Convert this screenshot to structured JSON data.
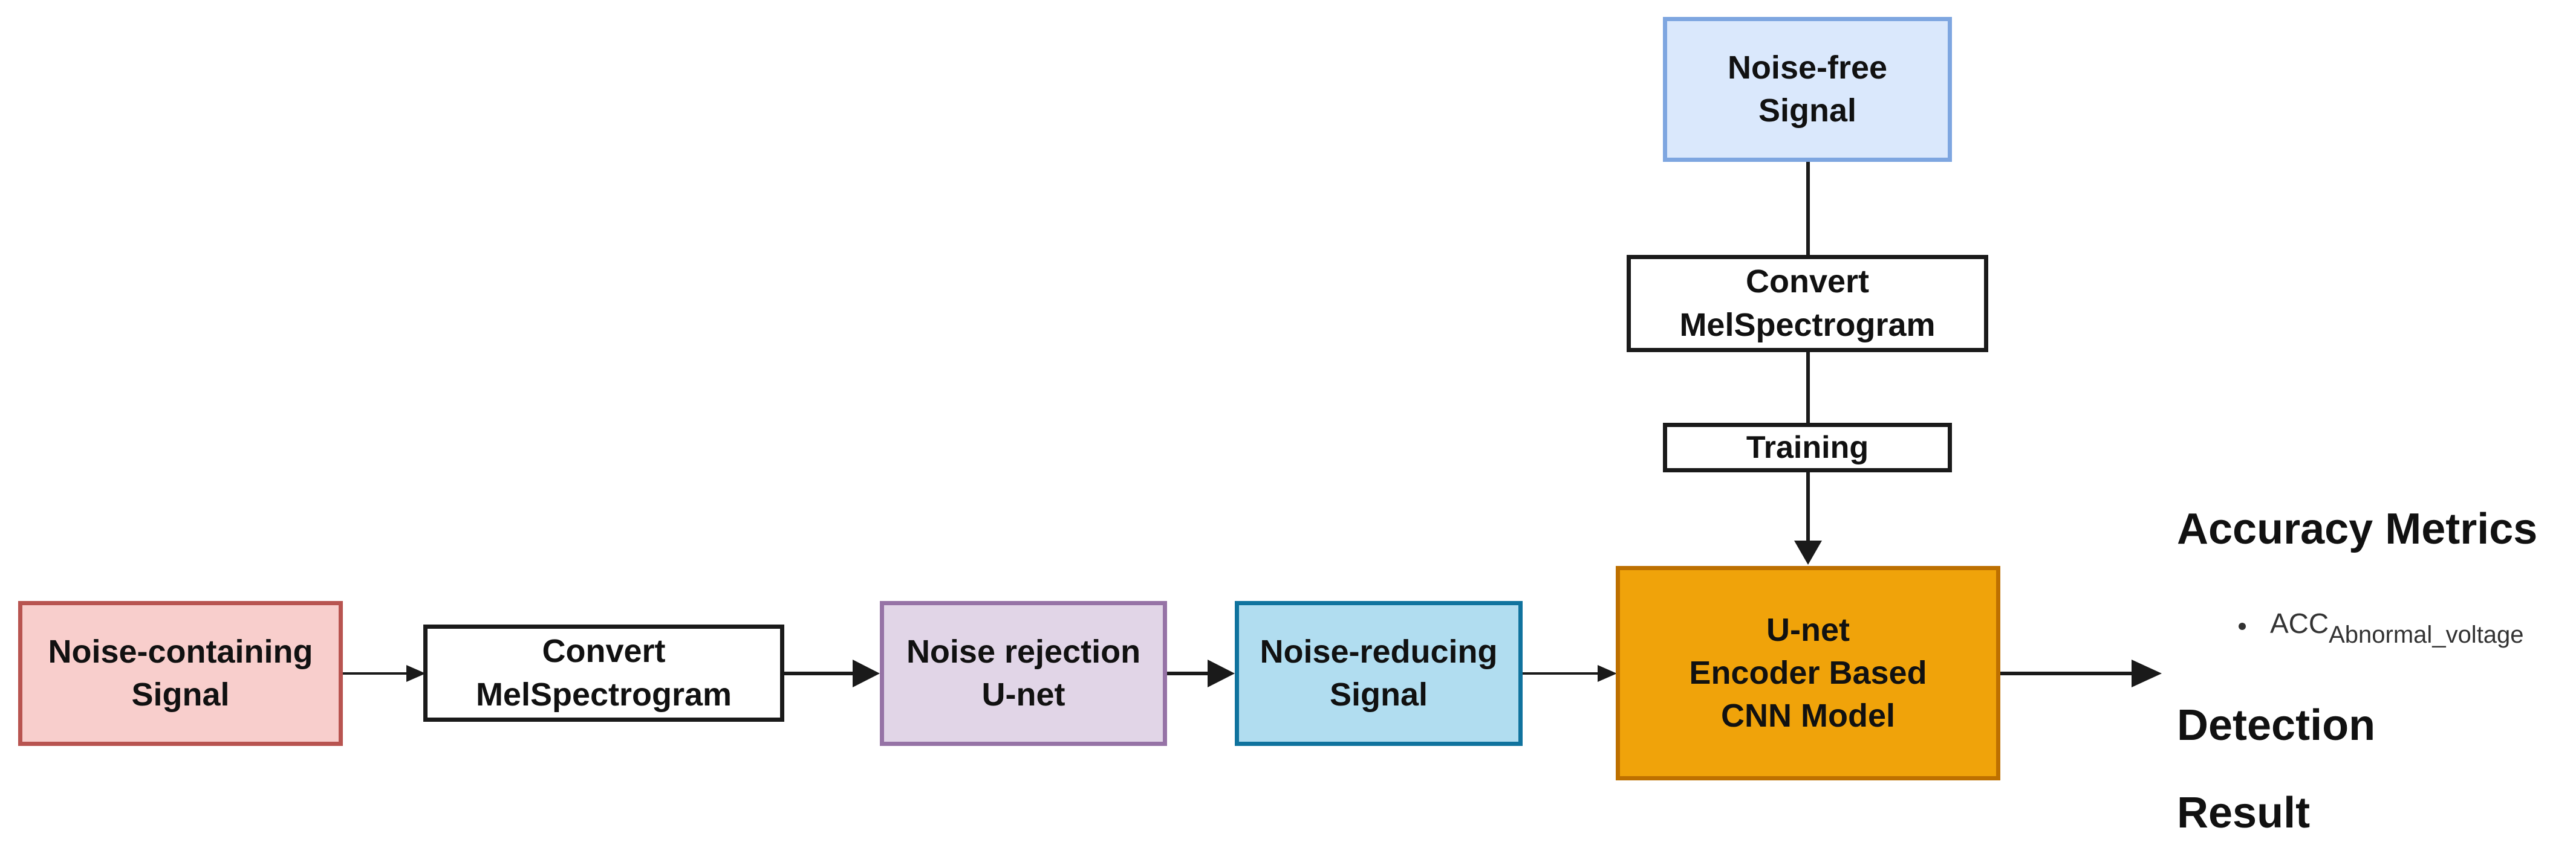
{
  "nodes": {
    "noise_free": {
      "line1": "Noise-free",
      "line2": "Signal",
      "fill": "#dae8fc",
      "stroke": "#7ea6e0"
    },
    "convert_top": {
      "line1": "Convert",
      "line2": "MelSpectrogram",
      "fill": "#ffffff",
      "stroke": "#1a1a1a"
    },
    "training": {
      "label": "Training",
      "fill": "#ffffff",
      "stroke": "#1a1a1a"
    },
    "noise_containing": {
      "line1": "Noise-containing",
      "line2": "Signal",
      "fill": "#f8cecc",
      "stroke": "#b85450"
    },
    "convert_bottom": {
      "line1": "Convert",
      "line2": "MelSpectrogram",
      "fill": "#ffffff",
      "stroke": "#1a1a1a"
    },
    "noise_rejection": {
      "line1": "Noise rejection",
      "line2": "U-net",
      "fill": "#e1d5e7",
      "stroke": "#9673a6"
    },
    "noise_reducing": {
      "line1": "Noise-reducing",
      "line2": "Signal",
      "fill": "#b1ddf0",
      "stroke": "#10739e"
    },
    "cnn_model": {
      "line1": "U-net",
      "line2": "Encoder Based",
      "line3": "CNN Model",
      "fill": "#f0a30a",
      "stroke": "#bd7000"
    }
  },
  "output": {
    "heading": "Accuracy Metrics",
    "metric_base": "ACC",
    "metric_sub": "Abnormal_voltage",
    "detection": "Detection",
    "result": "Result"
  },
  "edge_color": "#1a1a1a"
}
